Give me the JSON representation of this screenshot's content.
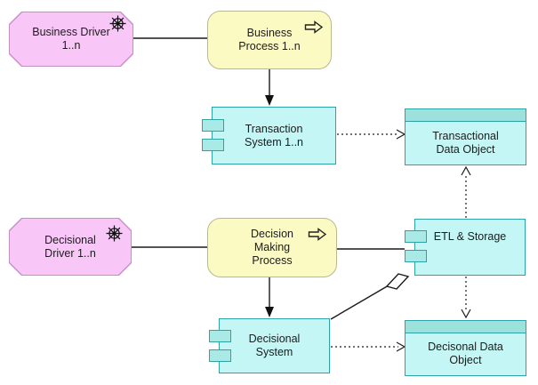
{
  "diagram_type": "archimate-bi-architecture",
  "nodes": {
    "business_driver": {
      "label": "Business Driver 1..n",
      "shape": "driver-octagon",
      "icon": "helm-icon",
      "fill": "#f9c6f8",
      "border": "#c48fc4"
    },
    "business_process": {
      "label": "Business Process 1..n",
      "shape": "process-rounded",
      "icon": "process-arrow-icon",
      "fill": "#fbfac3",
      "border": "#b9b990"
    },
    "transaction_system": {
      "label": "Transaction System 1..n",
      "shape": "component",
      "fill": "#c3f6f5",
      "border": "#2fa3a3"
    },
    "transactional_data_object": {
      "label": "Transactional Data Object",
      "shape": "data-object",
      "fill": "#c3f6f4",
      "header_fill": "#9de1dd",
      "border": "#2fa3a3"
    },
    "decisional_driver": {
      "label": "Decisional Driver 1..n",
      "shape": "driver-octagon",
      "icon": "helm-icon",
      "fill": "#f9c6f8",
      "border": "#c48fc4"
    },
    "decision_making_process": {
      "label": "Decision Making Process",
      "shape": "process-rounded",
      "icon": "process-arrow-icon",
      "fill": "#fbfac3",
      "border": "#b9b990"
    },
    "etl_storage": {
      "label": "ETL & Storage",
      "shape": "component",
      "fill": "#c3f6f5",
      "border": "#2fa3a3"
    },
    "decisional_system": {
      "label": "Decisional System",
      "shape": "component",
      "fill": "#c3f6f5",
      "border": "#2fa3a3"
    },
    "decisonal_data_object": {
      "label": "Decisonal Data Object",
      "shape": "data-object",
      "fill": "#c3f6f4",
      "header_fill": "#9de1dd",
      "border": "#2fa3a3"
    }
  },
  "edges": [
    {
      "from": "business_driver",
      "to": "business_process",
      "style": "solid-line"
    },
    {
      "from": "business_process",
      "to": "transaction_system",
      "style": "solid-filled-arrow"
    },
    {
      "from": "transaction_system",
      "to": "transactional_data_object",
      "style": "dotted-open-arrow"
    },
    {
      "from": "decisional_driver",
      "to": "decision_making_process",
      "style": "solid-line"
    },
    {
      "from": "decision_making_process",
      "to": "etl_storage",
      "style": "solid-line"
    },
    {
      "from": "decision_making_process",
      "to": "decisional_system",
      "style": "solid-filled-arrow"
    },
    {
      "from": "decisional_system",
      "to": "decisonal_data_object",
      "style": "dotted-open-arrow"
    },
    {
      "from": "etl_storage",
      "to": "transactional_data_object",
      "style": "dotted-open-arrow"
    },
    {
      "from": "etl_storage",
      "to": "decisonal_data_object",
      "style": "dotted-open-arrow"
    },
    {
      "from": "decisional_system",
      "to": "etl_storage",
      "style": "aggregation-hollow-diamond"
    }
  ],
  "colors": {
    "background": "#ffffff",
    "line": "#1a1a1a",
    "driver_fill": "#f9c6f8",
    "driver_border": "#c48fc4",
    "process_fill": "#fbfac3",
    "process_border": "#b9b990",
    "app_fill": "#c3f6f5",
    "app_border": "#2fa3a3",
    "data_header_fill": "#9de1dd",
    "text": "#1c1c1c"
  }
}
